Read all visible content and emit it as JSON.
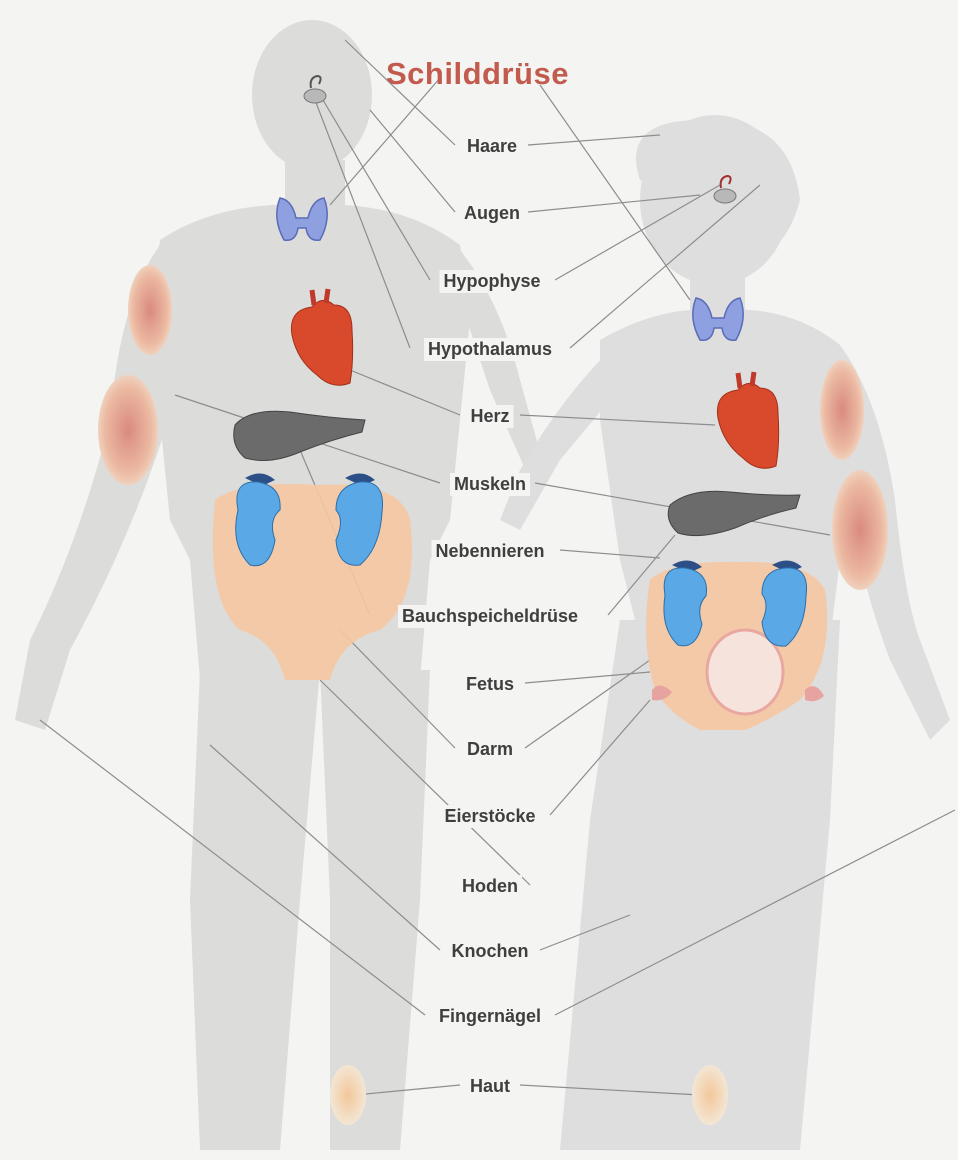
{
  "title": "Schilddrüse",
  "labels": {
    "haare": "Haare",
    "augen": "Augen",
    "hypophyse": "Hypophyse",
    "hypothalamus": "Hypothalamus",
    "herz": "Herz",
    "muskeln": "Muskeln",
    "nebennieren": "Nebennieren",
    "bauchspeicheldruese": "Bauchspeicheldrüse",
    "fetus": "Fetus",
    "darm": "Darm",
    "eierstoecke": "Eierstöcke",
    "hoden": "Hoden",
    "knochen": "Knochen",
    "fingernaegel": "Fingernägel",
    "haut": "Haut"
  },
  "colors": {
    "title": "#c25a4e",
    "silhouette": "#dcdcdb",
    "thyroid": "#7b8fd6",
    "heart": "#d2482c",
    "pancreas": "#6b6b6b",
    "kidney": "#5aa9e6",
    "intestine": "#f6c6a2",
    "muscle": "#d99a8a"
  }
}
